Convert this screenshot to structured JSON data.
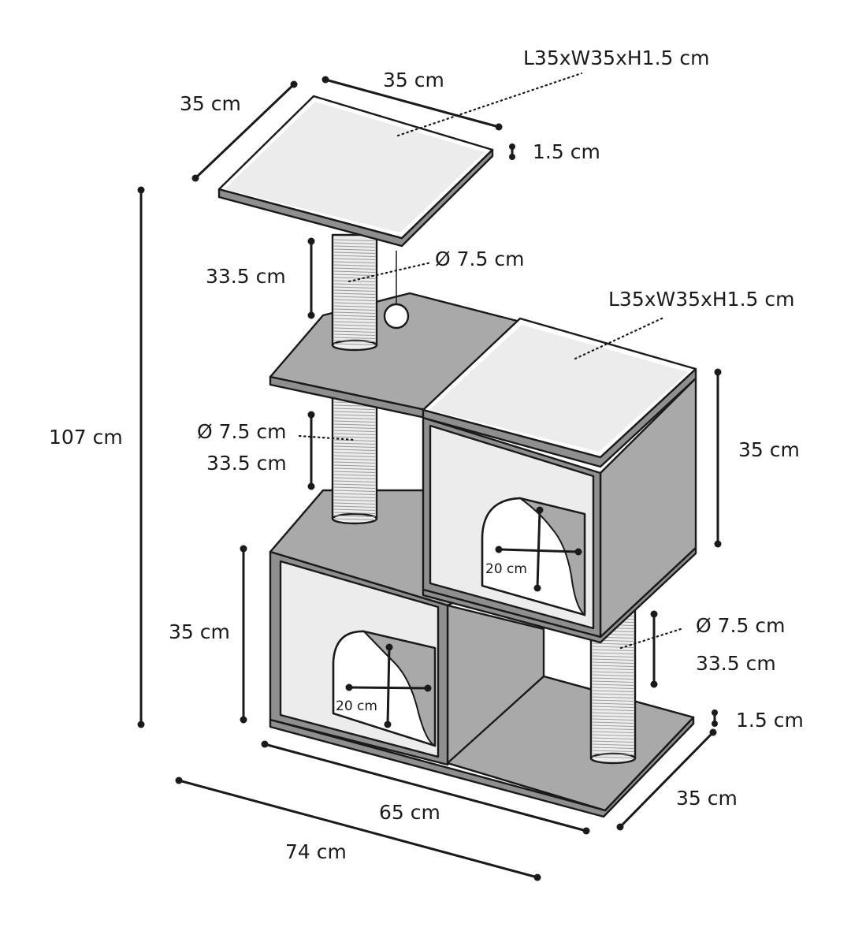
{
  "labels": {
    "top_platform_depth": "35 cm",
    "top_platform_width": "35 cm",
    "top_platform_size": "L35xW35xH1.5 cm",
    "top_platform_thickness": "1.5 cm",
    "top_post_height": "33.5 cm",
    "top_post_diameter": "Ø 7.5 cm",
    "right_platform_size": "L35xW35xH1.5 cm",
    "total_height": "107 cm",
    "mid_post_diameter": "Ø 7.5 cm",
    "mid_post_height": "33.5 cm",
    "upper_box_height": "35 cm",
    "upper_door_size": "20 cm",
    "lower_box_height": "35 cm",
    "lower_door_size": "20 cm",
    "bottom_post_diameter": "Ø 7.5 cm",
    "bottom_post_height": "33.5 cm",
    "base_thickness": "1.5 cm",
    "base_depth": "35 cm",
    "base_width": "65 cm",
    "overall_width": "74 cm"
  },
  "colors": {
    "line": "#1a1a1a",
    "panel_grey": "#a9a9a9",
    "panel_dark": "#8f8f8f",
    "cushion": "#ececec",
    "background": "#ffffff"
  }
}
